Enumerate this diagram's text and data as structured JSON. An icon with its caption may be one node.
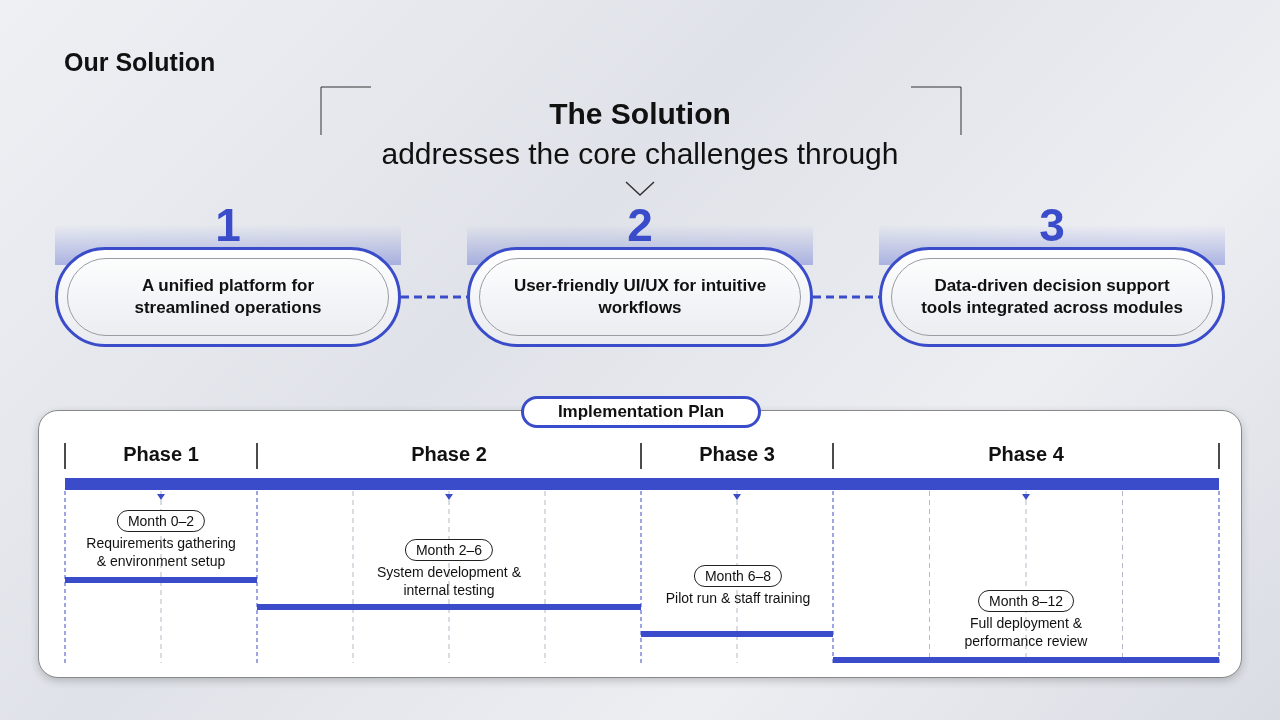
{
  "diagram": {
    "title": "Our Solution",
    "nodes": [
      {
        "text": [
          "1",
          "A unified platform for streamlined operations"
        ]
      },
      {
        "text": [
          "2",
          "User-friendly UI/UX for intuitive workflows"
        ]
      },
      {
        "text": [
          "3",
          "Data-driven decision support tools integrated across modules"
        ]
      },
      {
        "text": [
          "Implementation Plan"
        ]
      },
      {
        "text": [
          "Month 0–2"
        ],
        "in": 3,
        "beside": [
          "Requirements gathering & environment setup"
        ]
      },
      {
        "text": [
          "Month 2–6"
        ],
        "in": 3,
        "beside": [
          "System development & internal testing"
        ]
      },
      {
        "text": [
          "Month 6–8"
        ],
        "in": 3,
        "beside": [
          "Pilot run & staff training"
        ]
      },
      {
        "text": [
          "Month 8–12"
        ],
        "in": 3,
        "beside": [
          "Full deployment & performance review"
        ]
      }
    ],
    "edges": [
      {
        "from": 0,
        "to": 1,
        "arrow": "none",
        "style": "dashed"
      },
      {
        "from": 1,
        "to": 2,
        "arrow": "none",
        "style": "dashed"
      }
    ],
    "labels": [
      "The Solution",
      "addresses the core challenges through",
      "Phase 1",
      "Phase 2",
      "Phase 3",
      "Phase 4"
    ]
  }
}
